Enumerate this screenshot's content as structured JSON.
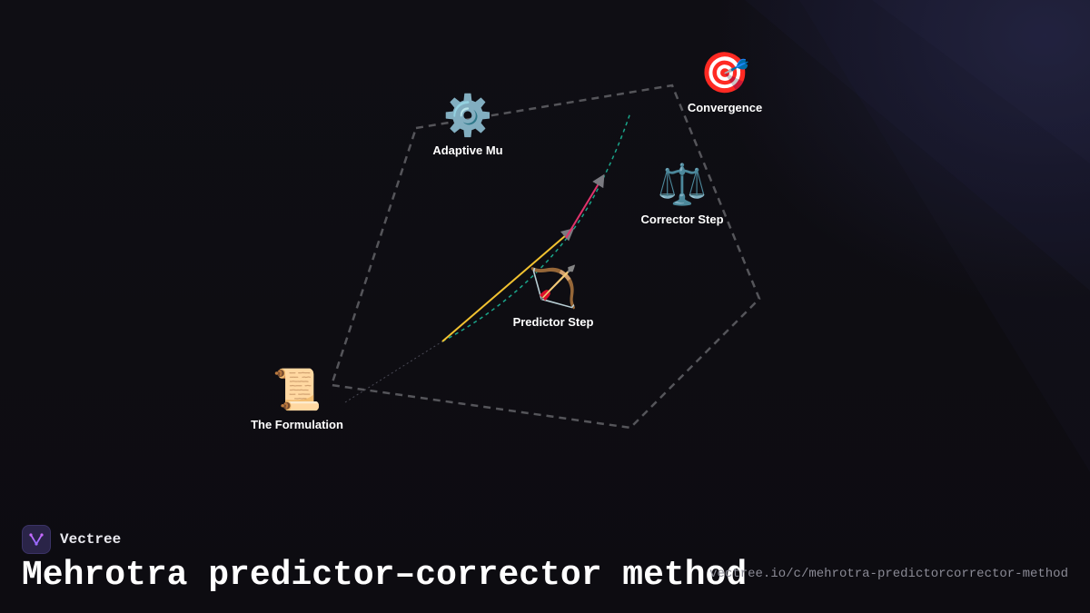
{
  "brand": {
    "name": "Vectree",
    "logo_icon": "vectree-logo-icon"
  },
  "title": "Mehrotra predictor–corrector method",
  "url": "vectree.io/c/mehrotra-predictorcorrector-method",
  "nodes": {
    "formulation": {
      "label": "The Formulation",
      "emoji": "📜",
      "icon": "scroll-icon"
    },
    "adaptive_mu": {
      "label": "Adaptive Mu",
      "emoji": "⚙️",
      "icon": "gear-icon"
    },
    "predictor": {
      "label": "Predictor Step",
      "emoji": "🏹",
      "icon": "bow-and-arrow-icon"
    },
    "corrector": {
      "label": "Corrector Step",
      "emoji": "⚖️",
      "icon": "balance-scale-icon"
    },
    "convergence": {
      "label": "Convergence",
      "emoji": "🎯",
      "icon": "target-icon"
    }
  },
  "colors": {
    "background": "#0e0d12",
    "polygon": "#5a5a5f",
    "central_path": "#1aa58a",
    "predictor_arrow": "#f2c230",
    "corrector_arrow": "#e0336b",
    "arrowhead": "#7a7a80"
  }
}
